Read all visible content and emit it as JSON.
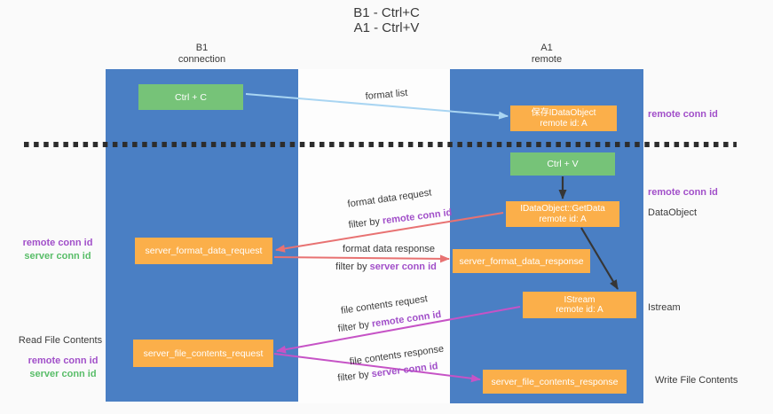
{
  "title": {
    "line1": "B1 - Ctrl+C",
    "line2": "A1 - Ctrl+V"
  },
  "lanes": {
    "left": {
      "header_line1": "B1",
      "header_line2": "connection"
    },
    "right": {
      "header_line1": "A1",
      "header_line2": "remote"
    }
  },
  "boxes": {
    "ctrl_c": {
      "label": "Ctrl + C"
    },
    "saved_idataobject": {
      "line1": "保存IDataObject",
      "line2": "remote id: A"
    },
    "ctrl_v": {
      "label": "Ctrl + V"
    },
    "getdata": {
      "line1": "IDataObject::GetData",
      "line2": "remote id: A"
    },
    "format_request": {
      "label": "server_format_data_request"
    },
    "format_response": {
      "label": "server_format_data_response"
    },
    "istream": {
      "line1": "IStream",
      "line2": "remote id: A"
    },
    "file_request": {
      "label": "server_file_contents_request"
    },
    "file_response": {
      "label": "server_file_contents_response"
    }
  },
  "arrow_labels": {
    "format_list": "format list",
    "format_data_request": "format data request",
    "format_data_response": "format data response",
    "file_contents_request": "file contents request",
    "file_contents_response": "file contents response",
    "filter_prefix": "filter by ",
    "remote_conn_id": "remote conn id",
    "server_conn_id": "server conn id"
  },
  "side_labels": {
    "remote_conn_id_top_right": "remote conn id",
    "remote_conn_id_mid_right": "remote conn id",
    "dataobject": "DataObject",
    "istream": "Istream",
    "write_file_contents": "Write File Contents",
    "remote_conn_id_left_1": "remote conn id",
    "server_conn_id_left_1": "server conn id",
    "read_file_contents": "Read File Contents",
    "remote_conn_id_left_2": "remote conn id",
    "server_conn_id_left_2": "server conn id"
  },
  "colors": {
    "lane_blue": "#4a7fc4",
    "box_green": "#76c378",
    "box_orange": "#fbaf4a",
    "arrow_salmon": "#e87272",
    "arrow_magenta": "#c653c6",
    "arrow_lightblue": "#a9d5f2",
    "arrow_black": "#363636",
    "text_purple": "#a14fc9",
    "text_green": "#58bd68",
    "text_dark": "#3a3a3a",
    "dashed_line": "#2d2d2d",
    "background": "#fafafa"
  }
}
